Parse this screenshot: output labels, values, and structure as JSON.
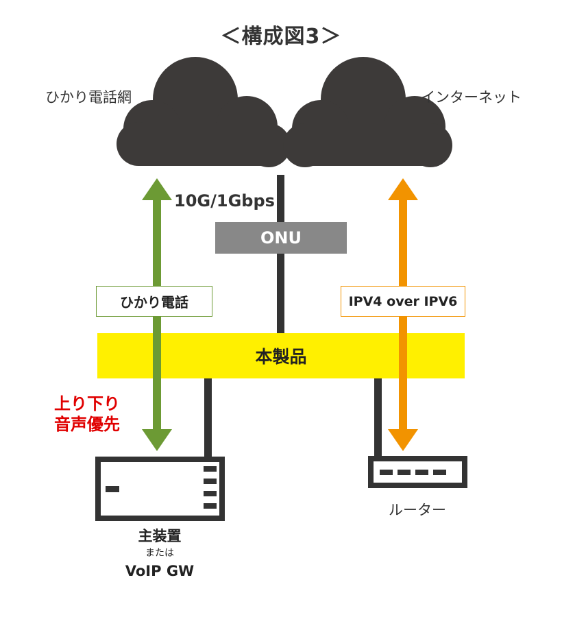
{
  "title": "＜構成図3＞",
  "clouds": {
    "left_label": "ひかり電話網",
    "right_label": "インターネット"
  },
  "speed_label": "10G/1Gbps",
  "onu_label": "ONU",
  "hikari_box_label": "ひかり電話",
  "ipv_box_label": "IPV4 over IPV6",
  "product_label": "本製品",
  "voice_priority": {
    "line1": "上り下り",
    "line2": "音声優先"
  },
  "main_device": {
    "line1": "主装置",
    "line2": "または",
    "line3": "VoIP GW"
  },
  "router_label": "ルーター",
  "colors": {
    "cloud": "#3d3a39",
    "green_arrow": "#6c9a34",
    "orange_arrow": "#f29300",
    "product_bar": "#fff000",
    "onu_box": "#888888",
    "voice_text": "#e00000",
    "line": "#333333"
  }
}
